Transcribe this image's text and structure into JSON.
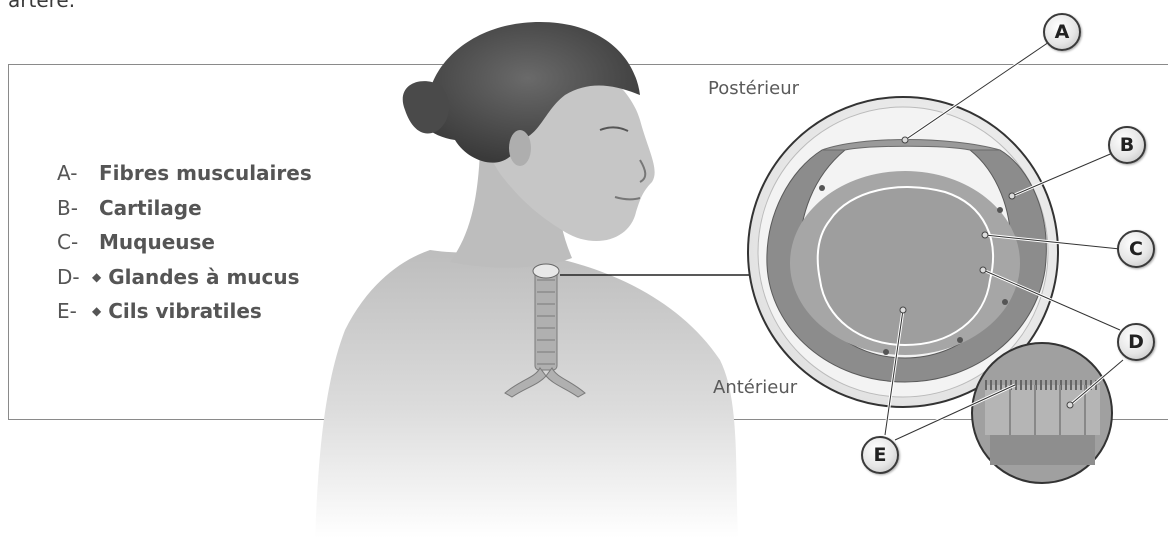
{
  "top_text": "artère.",
  "legend": [
    {
      "key": "A-",
      "diamond": "",
      "label": "Fibres musculaires"
    },
    {
      "key": "B-",
      "diamond": "",
      "label": "Cartilage"
    },
    {
      "key": "C-",
      "diamond": "",
      "label": "Muqueuse"
    },
    {
      "key": "D-",
      "diamond": "◆",
      "label": "Glandes à mucus"
    },
    {
      "key": "E-",
      "diamond": "◆",
      "label": "Cils vibratiles"
    }
  ],
  "orientation": {
    "posterior": "Postérieur",
    "anterior": "Antérieur"
  },
  "callouts": {
    "a": "A",
    "b": "B",
    "c": "C",
    "d": "D",
    "e": "E"
  }
}
